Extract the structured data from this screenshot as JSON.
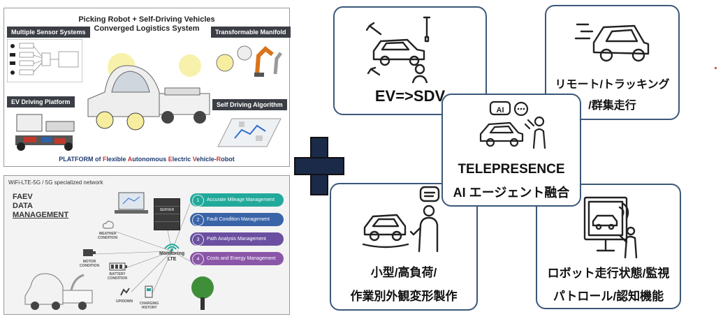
{
  "panel1": {
    "title_line1": "Picking Robot + Self-Driving Vehicles",
    "title_line2": "Converged Logistics System",
    "labels": {
      "sensor": "Multiple Sensor Systems",
      "manifold": "Transformable Manifold",
      "ev": "EV Driving Platform",
      "algo": "Self Driving Algorithm"
    },
    "footer": {
      "p1": "PLATFORM of ",
      "F": "F",
      "p2": "lexible ",
      "A": "A",
      "p3": "utonomous ",
      "E": "E",
      "p4": "lectric ",
      "V": "V",
      "p5": "ehicle-",
      "R": "R",
      "p6": "obot"
    }
  },
  "panel2": {
    "network": "WiFi-LTE-5G / 5G specialized network",
    "title_line1": "FAEV",
    "title_line2": "DATA",
    "title_line3": "MANAGEMENT",
    "server": "SERVER",
    "hub_line1": "Monitoring",
    "hub_line2": "LTE",
    "captions": {
      "weather": "WEATHER\nCONDITION",
      "motor": "MOTOR\nCONDITION",
      "battery": "BATTERY\nCONDITION",
      "updown": "UP/DOWN",
      "charging": "CHARGING\nHISTORY"
    },
    "items": [
      {
        "num": "1",
        "label": "Accurate Mileage Management",
        "color": "#21a99b"
      },
      {
        "num": "2",
        "label": "Fault Condition Management",
        "color": "#3a64a8"
      },
      {
        "num": "3",
        "label": "Path Analysis Management",
        "color": "#6b4fa0"
      },
      {
        "num": "4",
        "label": "Costs and Energy Management",
        "color": "#8a56a8"
      }
    ]
  },
  "cards": {
    "ev_sdv": "EV=>SDV",
    "remote_line1": "リモート/トラッキング",
    "remote_line2": "/群集走行",
    "telepresence_line1": "TELEPRESENCE",
    "telepresence_line2": "AI エージェント融合",
    "ai_bubble": "AI",
    "small_line1": "小型/高負荷/",
    "small_line2": "作業別外観変形製作",
    "robot_line1": "ロボット走行状態/監視",
    "robot_line2": "パトロール/認知機能"
  },
  "colors": {
    "card_border": "#3b5878",
    "plus": "#1b2a48",
    "label_box": "#3b3f45",
    "footer_accent": "#d0312d"
  }
}
